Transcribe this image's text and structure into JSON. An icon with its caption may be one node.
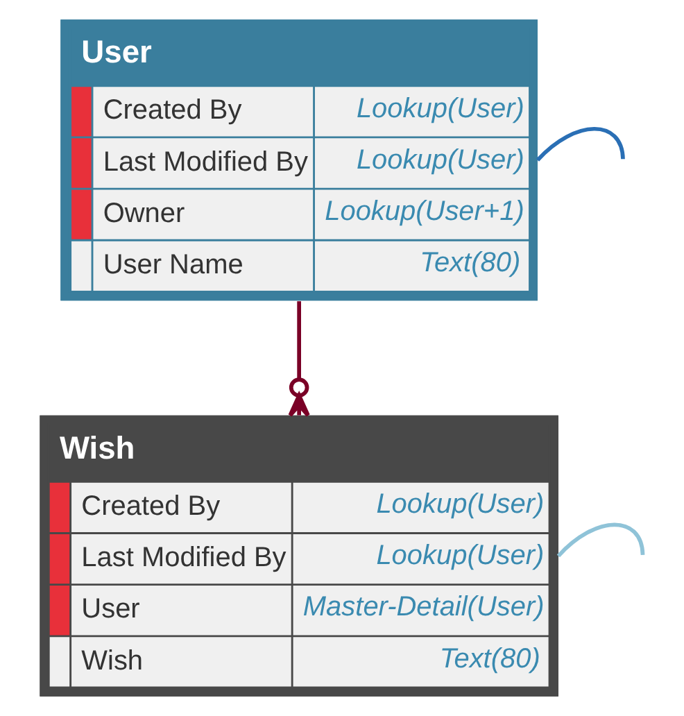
{
  "diagram": {
    "nodes": [
      {
        "text": [
          "User",
          "Created By",
          "Lookup(User)",
          "Last Modified By",
          "Lookup(User)",
          "Owner",
          "Lookup(User+1)",
          "User Name",
          "Text(80)"
        ]
      },
      {
        "text": [
          "Wish",
          "Created By",
          "Lookup(User)",
          "Last Modified By",
          "Lookup(User)",
          "User",
          "Master-Detail(User)",
          "Wish",
          "Text(80)"
        ]
      }
    ],
    "edges": [
      {
        "from": 1,
        "to": 0,
        "arrow": "other",
        "color": "#7a0026"
      },
      {
        "from": 0,
        "to": null,
        "arrow": "none",
        "color": "#2a6fb5"
      },
      {
        "from": 1,
        "to": null,
        "arrow": "none",
        "color": "#8fc3d8"
      }
    ]
  }
}
